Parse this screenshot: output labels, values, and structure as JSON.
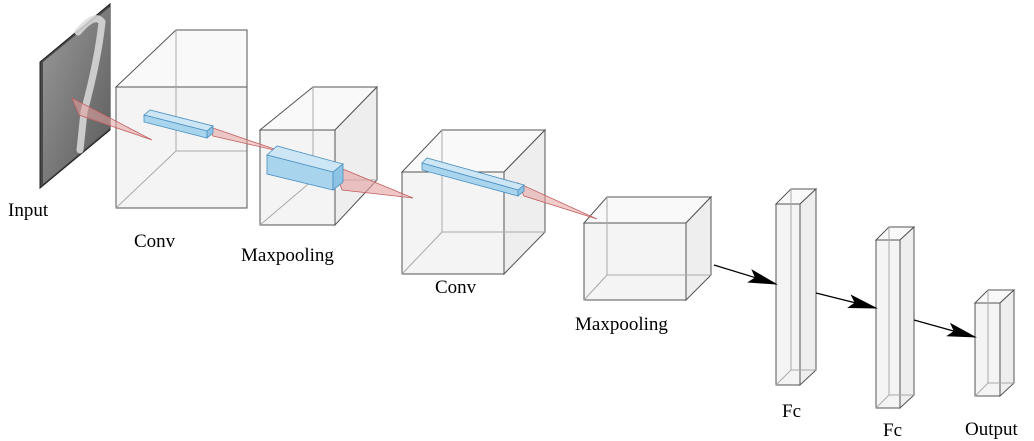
{
  "labels": {
    "input": "Input",
    "conv1": "Conv",
    "maxpool1": "Maxpooling",
    "conv2": "Conv",
    "maxpool2": "Maxpooling",
    "fc1": "Fc",
    "fc2": "Fc",
    "output": "Output"
  },
  "colors": {
    "block_stroke": "#555555",
    "block_fill": "#f2f2f2",
    "kernel_fill": "#a9d4ee",
    "kernel_stroke": "#4a8fbf",
    "cone_fill": "#e8a0a0",
    "cone_stroke": "#c06060",
    "arrow": "#000000",
    "input_image": "#7a7a7a"
  }
}
